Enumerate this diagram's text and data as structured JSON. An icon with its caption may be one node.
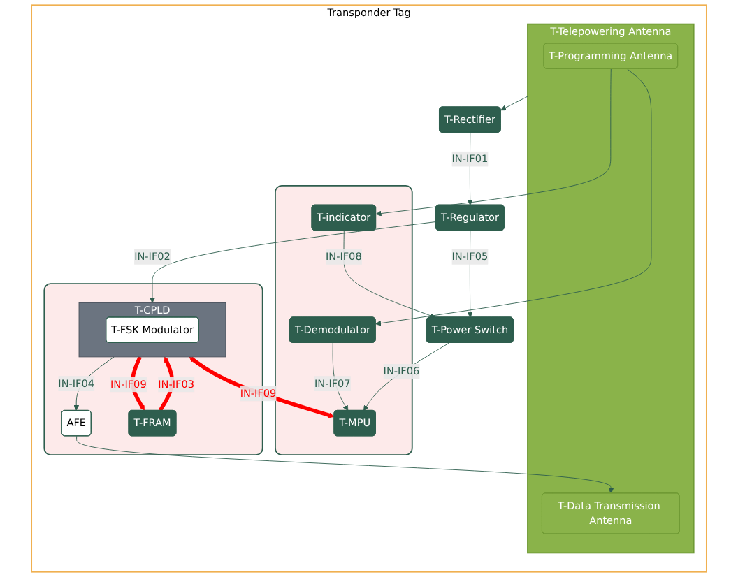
{
  "diagram": {
    "nodes": [
      {
        "text": [
          "Transponder Tag"
        ]
      },
      {
        "text": [],
        "shape": "box",
        "in": 0
      },
      {
        "text": [
          "T-MPU"
        ],
        "in": 1
      },
      {
        "text": [
          "T-Demodulator"
        ],
        "in": 1
      },
      {
        "text": [
          "T-Power Switch"
        ],
        "in": 0
      },
      {
        "text": [
          "T-indicator"
        ],
        "in": 1
      },
      {
        "text": [
          "T-Telepowering Antenna"
        ],
        "in": 0
      },
      {
        "text": [
          "T-Programming Antenna"
        ],
        "in": 6
      },
      {
        "text": [
          "T-Data Transmission Antenna"
        ],
        "in": 6
      },
      {
        "text": [
          "T-Regulator"
        ],
        "in": 0
      },
      {
        "text": [
          "T-Rectifier"
        ],
        "in": 0
      },
      {
        "text": [],
        "shape": "box",
        "in": 0
      },
      {
        "text": [
          "T-CPLD"
        ],
        "in": 11
      },
      {
        "text": [
          "T-FSK Modulator"
        ],
        "in": 12
      },
      {
        "text": [
          "AFE"
        ],
        "in": 11
      },
      {
        "text": [
          "T-FRAM"
        ],
        "in": 11
      }
    ],
    "edges": [
      {
        "from": 3,
        "to": 2,
        "arrow": "to",
        "label": "IN-IF07"
      },
      {
        "from": 7,
        "to": 3,
        "arrow": "to"
      },
      {
        "from": 7,
        "to": 5,
        "arrow": "to"
      },
      {
        "from": 5,
        "to": 4,
        "arrow": "to",
        "label": "IN-IF08"
      },
      {
        "from": 4,
        "to": 2,
        "arrow": "to",
        "label": "IN-IF06"
      },
      {
        "from": 9,
        "to": 4,
        "arrow": "to",
        "label": "IN-IF05"
      },
      {
        "from": 10,
        "to": 9,
        "arrow": "to",
        "label": "IN-IF01"
      },
      {
        "from": 6,
        "to": 10,
        "arrow": "to"
      },
      {
        "from": 9,
        "to": 12,
        "arrow": "to",
        "label": "IN-IF02"
      },
      {
        "from": 12,
        "to": 2,
        "arrow": "both",
        "label": "IN-IF09",
        "style": "thick",
        "color": "#ff0000"
      },
      {
        "from": 12,
        "to": 14,
        "arrow": "to",
        "label": "IN-IF04"
      },
      {
        "from": 14,
        "to": 8,
        "arrow": "to"
      },
      {
        "from": 12,
        "to": 15,
        "arrow": "to",
        "label": "IN-IF09",
        "style": "thick",
        "color": "#ff0000"
      },
      {
        "from": 15,
        "to": 12,
        "arrow": "to",
        "label": "IN-IF03",
        "style": "thick",
        "color": "#ff0000"
      }
    ]
  }
}
